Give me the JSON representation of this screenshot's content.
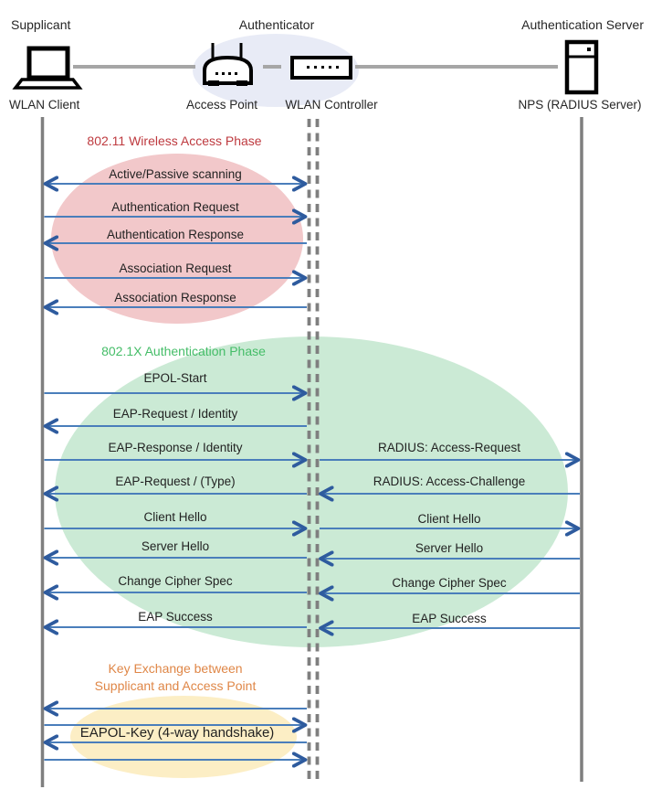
{
  "header": {
    "supplicant_role": "Supplicant",
    "authenticator_role": "Authenticator",
    "server_role": "Authentication Server",
    "supplicant_device": "WLAN Client",
    "access_point_label": "Access Point",
    "wlan_controller_label": "WLAN Controller",
    "server_device": "NPS (RADIUS Server)"
  },
  "colors": {
    "arrow_line": "#4A7EBB",
    "arrow_head": "#2E5B9E",
    "lifeline": "#7F7F7F",
    "connector": "#A6A6A6",
    "phase1_bg": "#F2C8CA",
    "phase1_text": "#BE3A3F",
    "phase2_bg": "#CBEAD5",
    "phase2_text": "#45BD68",
    "phase3_bg": "#FCEEC5",
    "phase3_text": "#DF8646",
    "authenticator_bg": "#E8EBF6"
  },
  "phase1": {
    "title": "802.11 Wireless Access Phase",
    "messages": [
      {
        "label": "Active/Passive scanning",
        "direction": "both"
      },
      {
        "label": "Authentication Request",
        "direction": "right"
      },
      {
        "label": "Authentication Response",
        "direction": "left"
      },
      {
        "label": "Association Request",
        "direction": "right"
      },
      {
        "label": "Association Response",
        "direction": "left"
      }
    ]
  },
  "phase2": {
    "title": "802.1X Authentication Phase",
    "left_messages": [
      {
        "label": "EPOL-Start",
        "direction": "right"
      },
      {
        "label": "EAP-Request / Identity",
        "direction": "left"
      },
      {
        "label": "EAP-Response / Identity",
        "direction": "right"
      },
      {
        "label": "EAP-Request / (Type)",
        "direction": "left"
      },
      {
        "label": "Client Hello",
        "direction": "right"
      },
      {
        "label": "Server Hello",
        "direction": "left"
      },
      {
        "label": "Change Cipher Spec",
        "direction": "left"
      },
      {
        "label": "EAP Success",
        "direction": "left"
      }
    ],
    "right_messages": [
      {
        "label": "RADIUS: Access-Request",
        "direction": "right"
      },
      {
        "label": "RADIUS: Access-Challenge",
        "direction": "left"
      },
      {
        "label": "Client Hello",
        "direction": "right"
      },
      {
        "label": "Server Hello",
        "direction": "left"
      },
      {
        "label": "Change Cipher Spec",
        "direction": "left"
      },
      {
        "label": "EAP Success",
        "direction": "left"
      }
    ]
  },
  "phase3": {
    "title_line1": "Key Exchange between",
    "title_line2": "Supplicant and Access Point",
    "label": "EAPOL-Key (4-way handshake)",
    "arrows": [
      "left",
      "right",
      "left",
      "right"
    ]
  }
}
